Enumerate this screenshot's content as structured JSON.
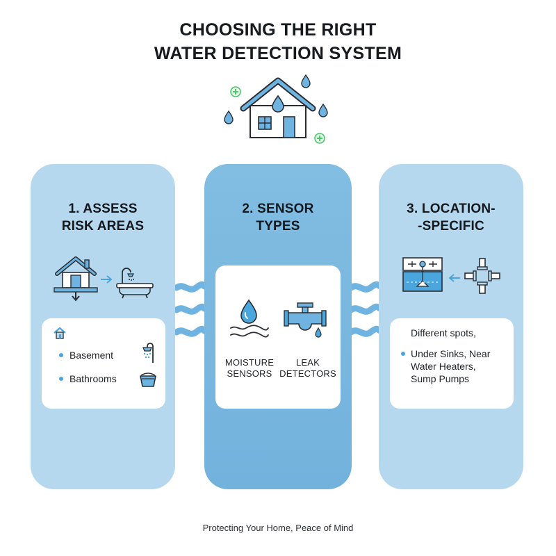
{
  "title": {
    "line1": "CHOOSING THE RIGHT",
    "line2": "WATER DETECTION SYSTEM"
  },
  "hero": {
    "icon": "house-water-drops-icon"
  },
  "steps": [
    {
      "title_line1": "1. ASSESS",
      "title_line2": "RISK AREAS",
      "icons": [
        "house-icon",
        "arrow-right-icon",
        "bathtub-icon"
      ],
      "card": {
        "header_icon": "house-icon",
        "items": [
          "Basement",
          "Bathrooms"
        ],
        "item_icons": [
          "shower-icon",
          "bucket-icon"
        ]
      }
    },
    {
      "title_line1": "2. SENSOR",
      "title_line2": "TYPES",
      "card": {
        "left_label_line1": "MOISTURE",
        "left_label_line2": "SENSORS",
        "right_label_line1": "LEAK",
        "right_label_line2": "DETECTORS",
        "icons": [
          "water-drop-waves-icon",
          "leaking-pipe-icon"
        ]
      }
    },
    {
      "title_line1": "3. LOCATION-",
      "title_line2": "-SPECIFIC",
      "icons": [
        "floor-plan-icon",
        "arrow-left-icon",
        "pipe-junction-icon"
      ],
      "card": {
        "intro": "Different spots,",
        "item_line1": "Under Sinks, Near",
        "item_line2": "Water Heaters,",
        "item_line3": "Sump Pumps"
      }
    }
  ],
  "footer": "Protecting Your Home, Peace of Mind",
  "colors": {
    "panel_light": "#b6d8ee",
    "panel_mid": "#7ab8df",
    "accent": "#4aa6dc",
    "green": "#4cc66b",
    "ink": "#161a1e"
  }
}
